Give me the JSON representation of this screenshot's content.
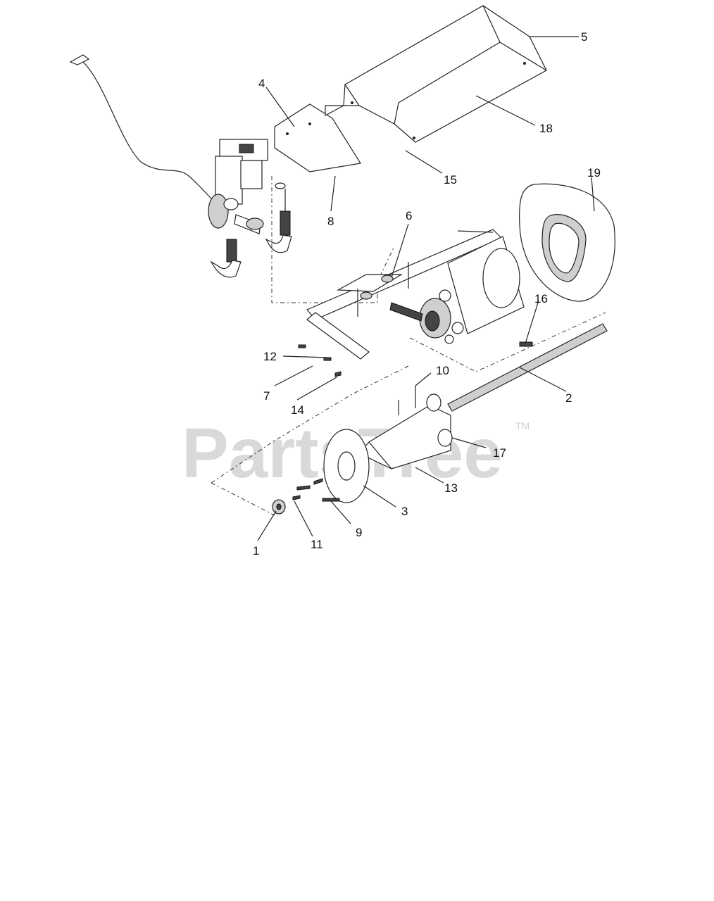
{
  "diagram": {
    "callouts": [
      "5",
      "18",
      "4",
      "15",
      "8",
      "19",
      "6",
      "16",
      "12",
      "7",
      "14",
      "10",
      "2",
      "17",
      "13",
      "3",
      "9",
      "1",
      "11"
    ]
  },
  "watermark": {
    "text": "PartsTree",
    "trademark": "TM"
  },
  "colors": {
    "line": "#222222",
    "watermark": "#d9d9d9",
    "background": "#ffffff"
  }
}
